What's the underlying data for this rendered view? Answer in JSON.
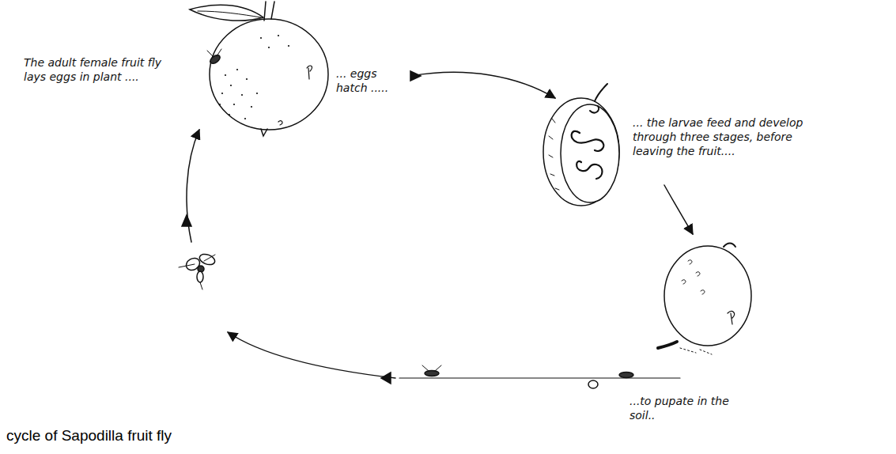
{
  "diagram": {
    "caption": "cycle of Sapodilla fruit fly",
    "labels": [
      "The adult female fruit fly lays eggs in plant ....",
      "... eggs hatch .....",
      "... the larvae feed and develop through three stages, before leaving the fruit....",
      "...to pupate in the soil.."
    ]
  }
}
